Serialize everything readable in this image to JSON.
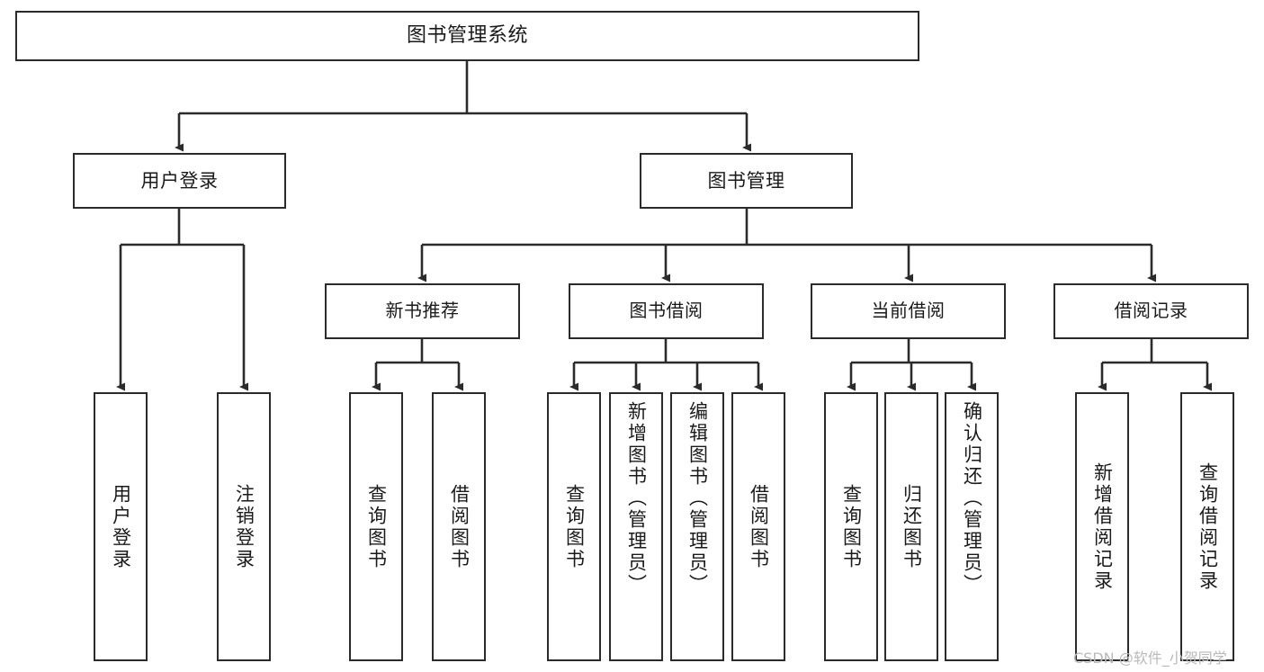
{
  "diagram": {
    "type": "tree-hierarchy-chart",
    "title": "图书管理系统",
    "watermark": "CSDN @软件_小贺同学",
    "colors": {
      "box_border": "#2b2b2b",
      "box_fill": "#ffffff",
      "edge": "#2b2b2b",
      "text": "#1a1a1a",
      "watermark": "#b9b9b9",
      "background": "#ffffff"
    },
    "nodes": {
      "root": {
        "label": "图书管理系统"
      },
      "level2": [
        {
          "id": "user-login",
          "label": "用户登录"
        },
        {
          "id": "book-management",
          "label": "图书管理"
        }
      ],
      "level3": [
        {
          "id": "new-book-recommend",
          "label": "新书推荐"
        },
        {
          "id": "book-borrow",
          "label": "图书借阅"
        },
        {
          "id": "current-borrow",
          "label": "当前借阅"
        },
        {
          "id": "borrow-record",
          "label": "借阅记录"
        }
      ],
      "leaves": {
        "user_login": [
          {
            "id": "leaf-user-login",
            "label": "用户登录"
          },
          {
            "id": "leaf-logout-login",
            "label": "注销登录"
          }
        ],
        "new_book_recommend": [
          {
            "id": "leaf-query-book-1",
            "label": "查询图书"
          },
          {
            "id": "leaf-borrow-book-1",
            "label": "借阅图书"
          }
        ],
        "book_borrow": [
          {
            "id": "leaf-query-book-2",
            "label": "查询图书"
          },
          {
            "id": "leaf-add-book",
            "label": "新增图书（管理员）"
          },
          {
            "id": "leaf-edit-book",
            "label": "编辑图书（管理员）"
          },
          {
            "id": "leaf-borrow-book-2",
            "label": "借阅图书"
          }
        ],
        "current_borrow": [
          {
            "id": "leaf-query-book-3",
            "label": "查询图书"
          },
          {
            "id": "leaf-return-book",
            "label": "归还图书"
          },
          {
            "id": "leaf-confirm-return",
            "label": "确认归还（管理员）"
          }
        ],
        "borrow_record": [
          {
            "id": "leaf-add-record",
            "label": "新增借阅记录"
          },
          {
            "id": "leaf-query-record",
            "label": "查询借阅记录"
          }
        ]
      }
    }
  }
}
